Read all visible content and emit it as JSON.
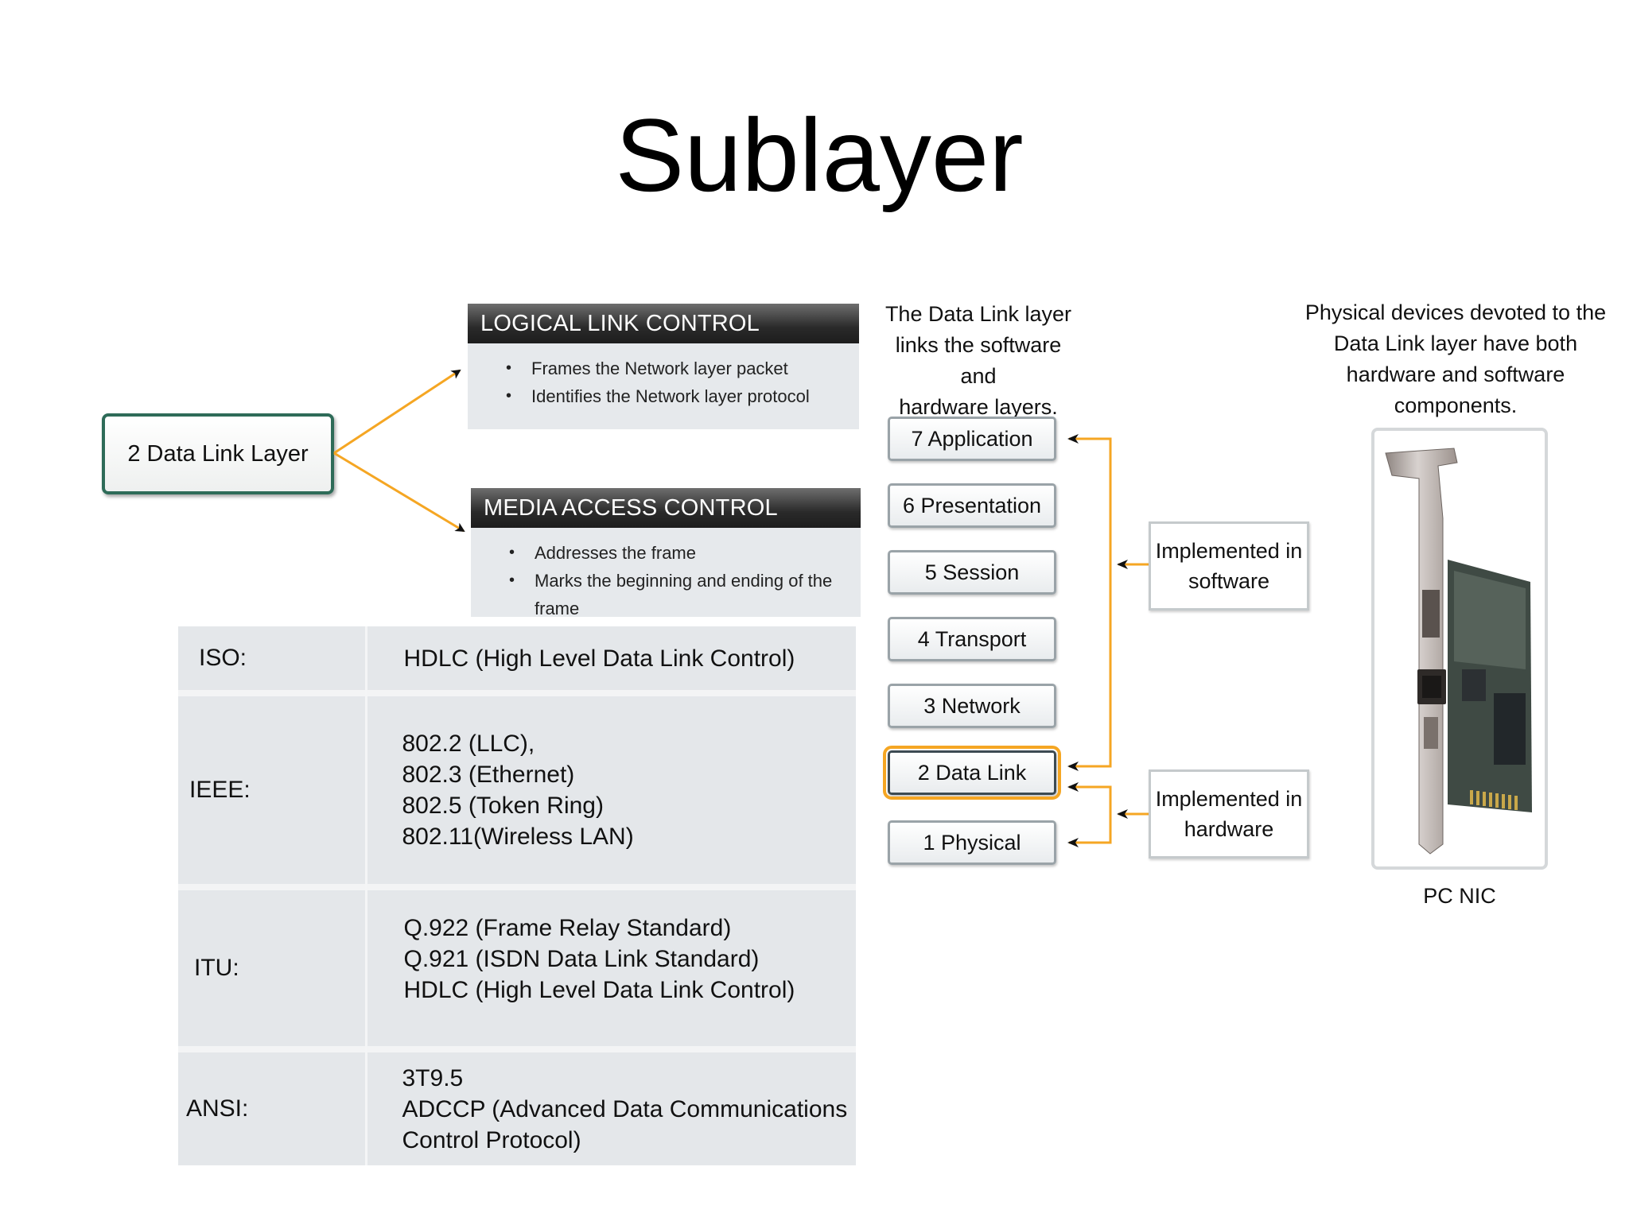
{
  "title": "Sublayer",
  "data_link_box": "2 Data Link Layer",
  "llc": {
    "heading": "LOGICAL LINK CONTROL",
    "bullets": [
      "Frames the Network layer packet",
      "Identifies the Network layer protocol"
    ]
  },
  "mac": {
    "heading": "MEDIA ACCESS CONTROL",
    "bullets": [
      "Addresses the frame",
      "Marks the beginning and ending of the frame"
    ]
  },
  "standards": [
    {
      "org": "ISO:",
      "lines": [
        "HDLC (High Level Data Link Control)"
      ]
    },
    {
      "org": "IEEE:",
      "lines": [
        "802.2 (LLC),",
        "802.3 (Ethernet)",
        "802.5 (Token Ring)",
        "802.11(Wireless LAN)"
      ]
    },
    {
      "org": "ITU:",
      "lines": [
        "Q.922 (Frame Relay Standard)",
        "Q.921 (ISDN Data Link Standard)",
        "HDLC (High Level Data Link Control)"
      ]
    },
    {
      "org": "ANSI:",
      "lines": [
        "3T9.5",
        "ADCCP (Advanced Data Communications",
        "Control Protocol)"
      ]
    }
  ],
  "osi_caption": [
    "The Data Link layer",
    "links the software and",
    "hardware layers."
  ],
  "osi_layers": [
    "7 Application",
    "6 Presentation",
    "5 Session",
    "4 Transport",
    "3 Network",
    "2 Data Link",
    "1 Physical"
  ],
  "impl_software": [
    "Implemented in",
    "software"
  ],
  "impl_hardware": [
    "Implemented in",
    "hardware"
  ],
  "nic_caption": [
    "Physical devices devoted to the",
    "Data Link layer have both",
    "hardware and software",
    "components."
  ],
  "nic_label": "PC NIC",
  "colors": {
    "arrow_orange": "#f5a623",
    "box_green": "#2e6b58",
    "header_dark": "#2a2a2a",
    "panel_gray": "#e4e7ea"
  }
}
